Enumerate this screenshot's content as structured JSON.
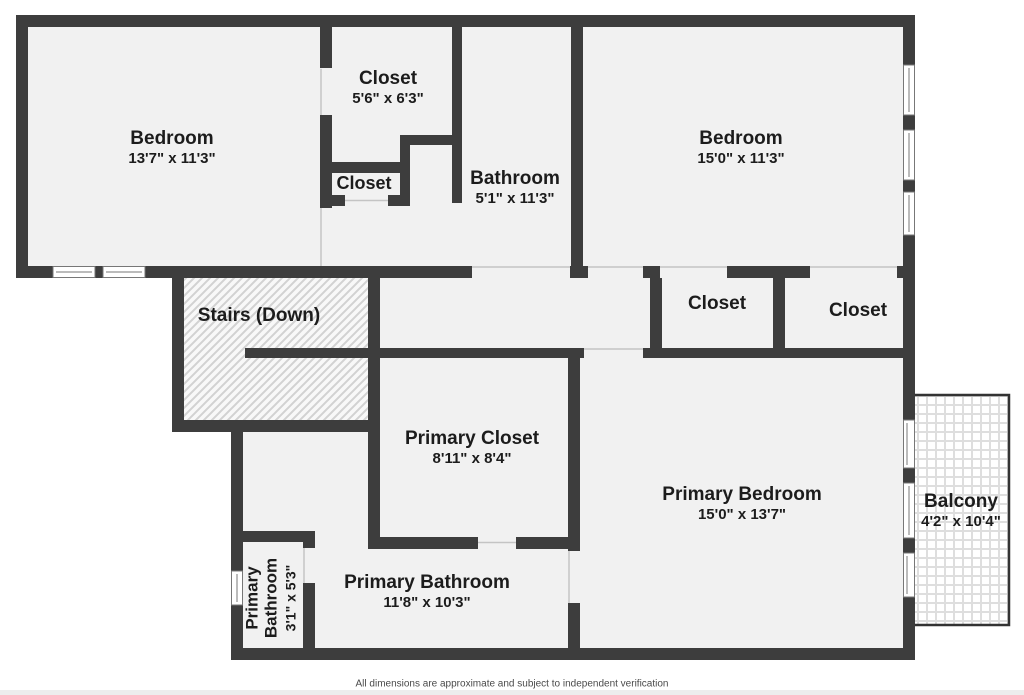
{
  "plan": {
    "rooms": {
      "tl_bedroom": {
        "name": "Bedroom",
        "dims": "13'7\" x 11'3\""
      },
      "tl_closet": {
        "name": "Closet",
        "dims": "5'6\" x 6'3\""
      },
      "hall_closet": {
        "name": "Closet"
      },
      "bathroom": {
        "name": "Bathroom",
        "dims": "5'1\" x 11'3\""
      },
      "tr_bedroom": {
        "name": "Bedroom",
        "dims": "15'0\" x 11'3\""
      },
      "closet_a": {
        "name": "Closet"
      },
      "closet_b": {
        "name": "Closet"
      },
      "stairs": {
        "name": "Stairs (Down)"
      },
      "primary_closet": {
        "name": "Primary Closet",
        "dims": "8'11\" x 8'4\""
      },
      "primary_bedroom": {
        "name": "Primary Bedroom",
        "dims": "15'0\" x 13'7\""
      },
      "primary_bathroom": {
        "name": "Primary Bathroom",
        "dims": "11'8\" x 10'3\""
      },
      "primary_bathroom_small": {
        "name": "Primary Bathroom",
        "dims": "3'1\" x 5'3\""
      },
      "balcony": {
        "name": "Balcony",
        "dims": "4'2\" x 10'4\""
      }
    },
    "footer": {
      "disclaimer": "All dimensions are approximate and subject to independent verification"
    },
    "colors": {
      "wall": "#3d3d3d",
      "floor": "#f1f1f1",
      "outside": "#ffffff",
      "hatch_line": "#d2d2d2",
      "hatch_bg": "#f8f8f8",
      "tile_grout": "#dedede",
      "balcony_border": "#333333",
      "window_frame": "#777777",
      "door_line": "#c4c4c4",
      "text": "#1c1c1c",
      "disclaimer_text": "#4a4a4a"
    }
  }
}
